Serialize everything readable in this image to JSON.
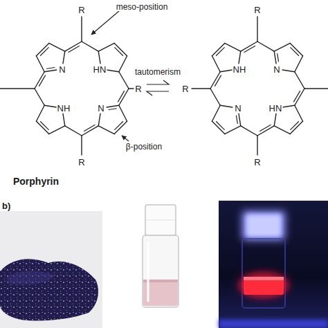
{
  "diagram": {
    "labels": [
      "R",
      "meso-position",
      "N",
      "HN",
      "tautomerism",
      "R",
      "NH",
      "N",
      "R",
      "β-position",
      "Porphyrin",
      "R",
      "NH",
      "N",
      "R",
      "N",
      "HN",
      "R",
      "b)"
    ]
  }
}
